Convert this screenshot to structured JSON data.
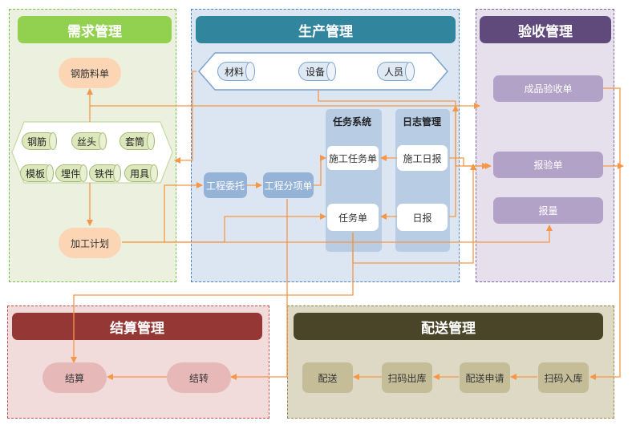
{
  "panels": {
    "demand": {
      "title": "需求管理",
      "rebar_material_form": "钢筋料单",
      "processing_plan": "加工计划",
      "materials": [
        "钢筋",
        "丝头",
        "套筒",
        "模板",
        "埋件",
        "铁件",
        "用具"
      ]
    },
    "production": {
      "title": "生产管理",
      "resources": [
        "材料",
        "设备",
        "人员"
      ],
      "engineering_commission": "工程委托",
      "engineering_sub_item_form": "工程分项单",
      "task_system": {
        "title": "任务系统",
        "construction_task_form": "施工任务单",
        "task_form": "任务单"
      },
      "daily_log": {
        "title": "日志管理",
        "construction_daily_report": "施工日报",
        "daily_report": "日报"
      }
    },
    "acceptance": {
      "title": "验收管理",
      "finished_product_acceptance": "成品验收单",
      "inspection_form": "报验单",
      "report_quantity": "报量"
    },
    "settlement": {
      "title": "结算管理",
      "settlement": "结算",
      "carry_over": "结转"
    },
    "delivery": {
      "title": "配送管理",
      "delivery": "配送",
      "scan_out": "扫码出库",
      "delivery_request": "配送申请",
      "scan_in": "扫码入库"
    }
  },
  "colors": {
    "demand_header": "#92d050",
    "production_header": "#31859c",
    "acceptance_header": "#604a7b",
    "settlement_header": "#953735",
    "delivery_header": "#4a4529",
    "arrow": "#f79646"
  }
}
